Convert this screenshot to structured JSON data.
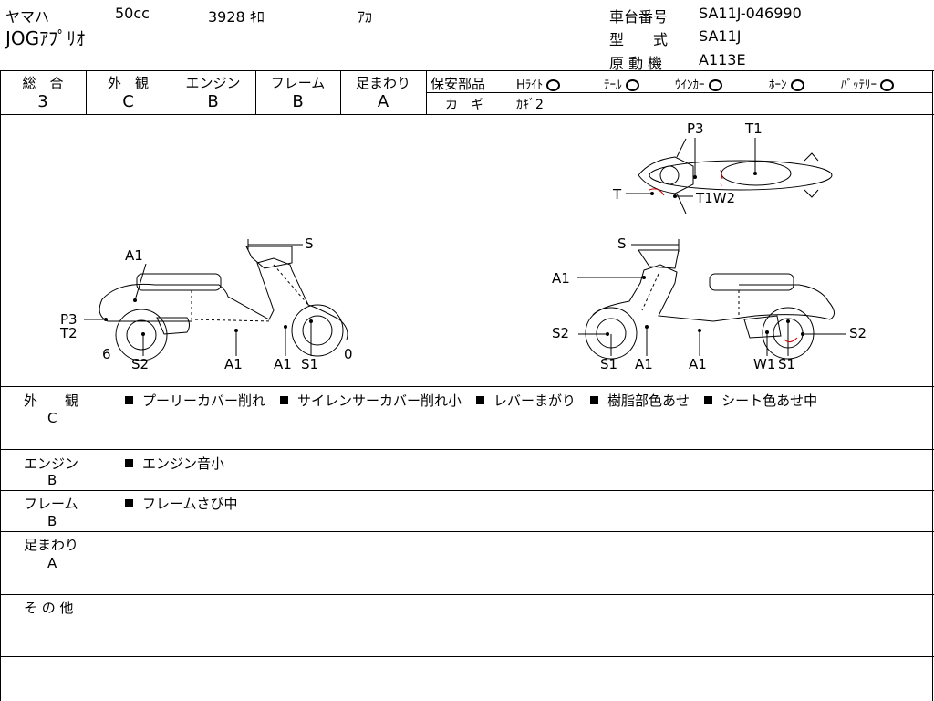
{
  "header": {
    "maker": "ヤマハ",
    "displacement": "50cc",
    "mileage": "3928 ｷﾛ",
    "color": "ｱｶ",
    "model_name": "JOGｱﾌﾟﾘｵ",
    "frame_no_label": "車台番号",
    "frame_no": "SA11J-046990",
    "model_code_label": "型　　式",
    "model_code": "SA11J",
    "engine_label": "原 動 機",
    "engine_code": "A113E"
  },
  "grades": {
    "overall_label": "総　合",
    "overall": "3",
    "exterior_label": "外　観",
    "exterior": "C",
    "engine_label": "エンジン",
    "engine": "B",
    "frame_label": "フレーム",
    "frame": "B",
    "suspension_label": "足まわり",
    "suspension": "A"
  },
  "safety": {
    "label": "保安部品",
    "items": [
      {
        "name": "Hﾗｲﾄ",
        "status": "ok"
      },
      {
        "name": "ﾃｰﾙ",
        "status": "ok"
      },
      {
        "name": "ｳｲﾝｶｰ",
        "status": "ok"
      },
      {
        "name": "ﾎｰﾝ",
        "status": "ok"
      },
      {
        "name": "ﾊﾞｯﾃﾘｰ",
        "status": "ok"
      }
    ],
    "key_label": "カ　ギ",
    "key_value": "ｶｷﾞ2"
  },
  "diagram": {
    "top_view": {
      "p3": "P3",
      "t1": "T1",
      "t": "T",
      "t1w2": "T1W2"
    },
    "left_view": {
      "a1_top": "A1",
      "s": "S",
      "p3": "P3",
      "t2": "T2",
      "six": "6",
      "s2": "S2",
      "a1_a": "A1",
      "a1_b": "A1",
      "s1": "S1",
      "zero": "0"
    },
    "right_view": {
      "s": "S",
      "a1_top": "A1",
      "s2_left": "S2",
      "s1": "S1",
      "a1_a": "A1",
      "a1_b": "A1",
      "w1": "W1",
      "s1_b": "S1",
      "s2_right": "S2"
    }
  },
  "notes": {
    "exterior_label": "外　　観",
    "exterior_grade": "C",
    "exterior_items": [
      "プーリーカバー削れ",
      "サイレンサーカバー削れ小",
      "レバーまがり",
      "樹脂部色あせ",
      "シート色あせ中"
    ],
    "engine_label": "エンジン",
    "engine_grade": "B",
    "engine_items": [
      "エンジン音小"
    ],
    "frame_label": "フレーム",
    "frame_grade": "B",
    "frame_items": [
      "フレームさび中"
    ],
    "suspension_label": "足まわり",
    "suspension_grade": "A",
    "other_label": "そ の 他"
  },
  "colors": {
    "line": "#000000",
    "damage_mark": "#cc0000"
  }
}
